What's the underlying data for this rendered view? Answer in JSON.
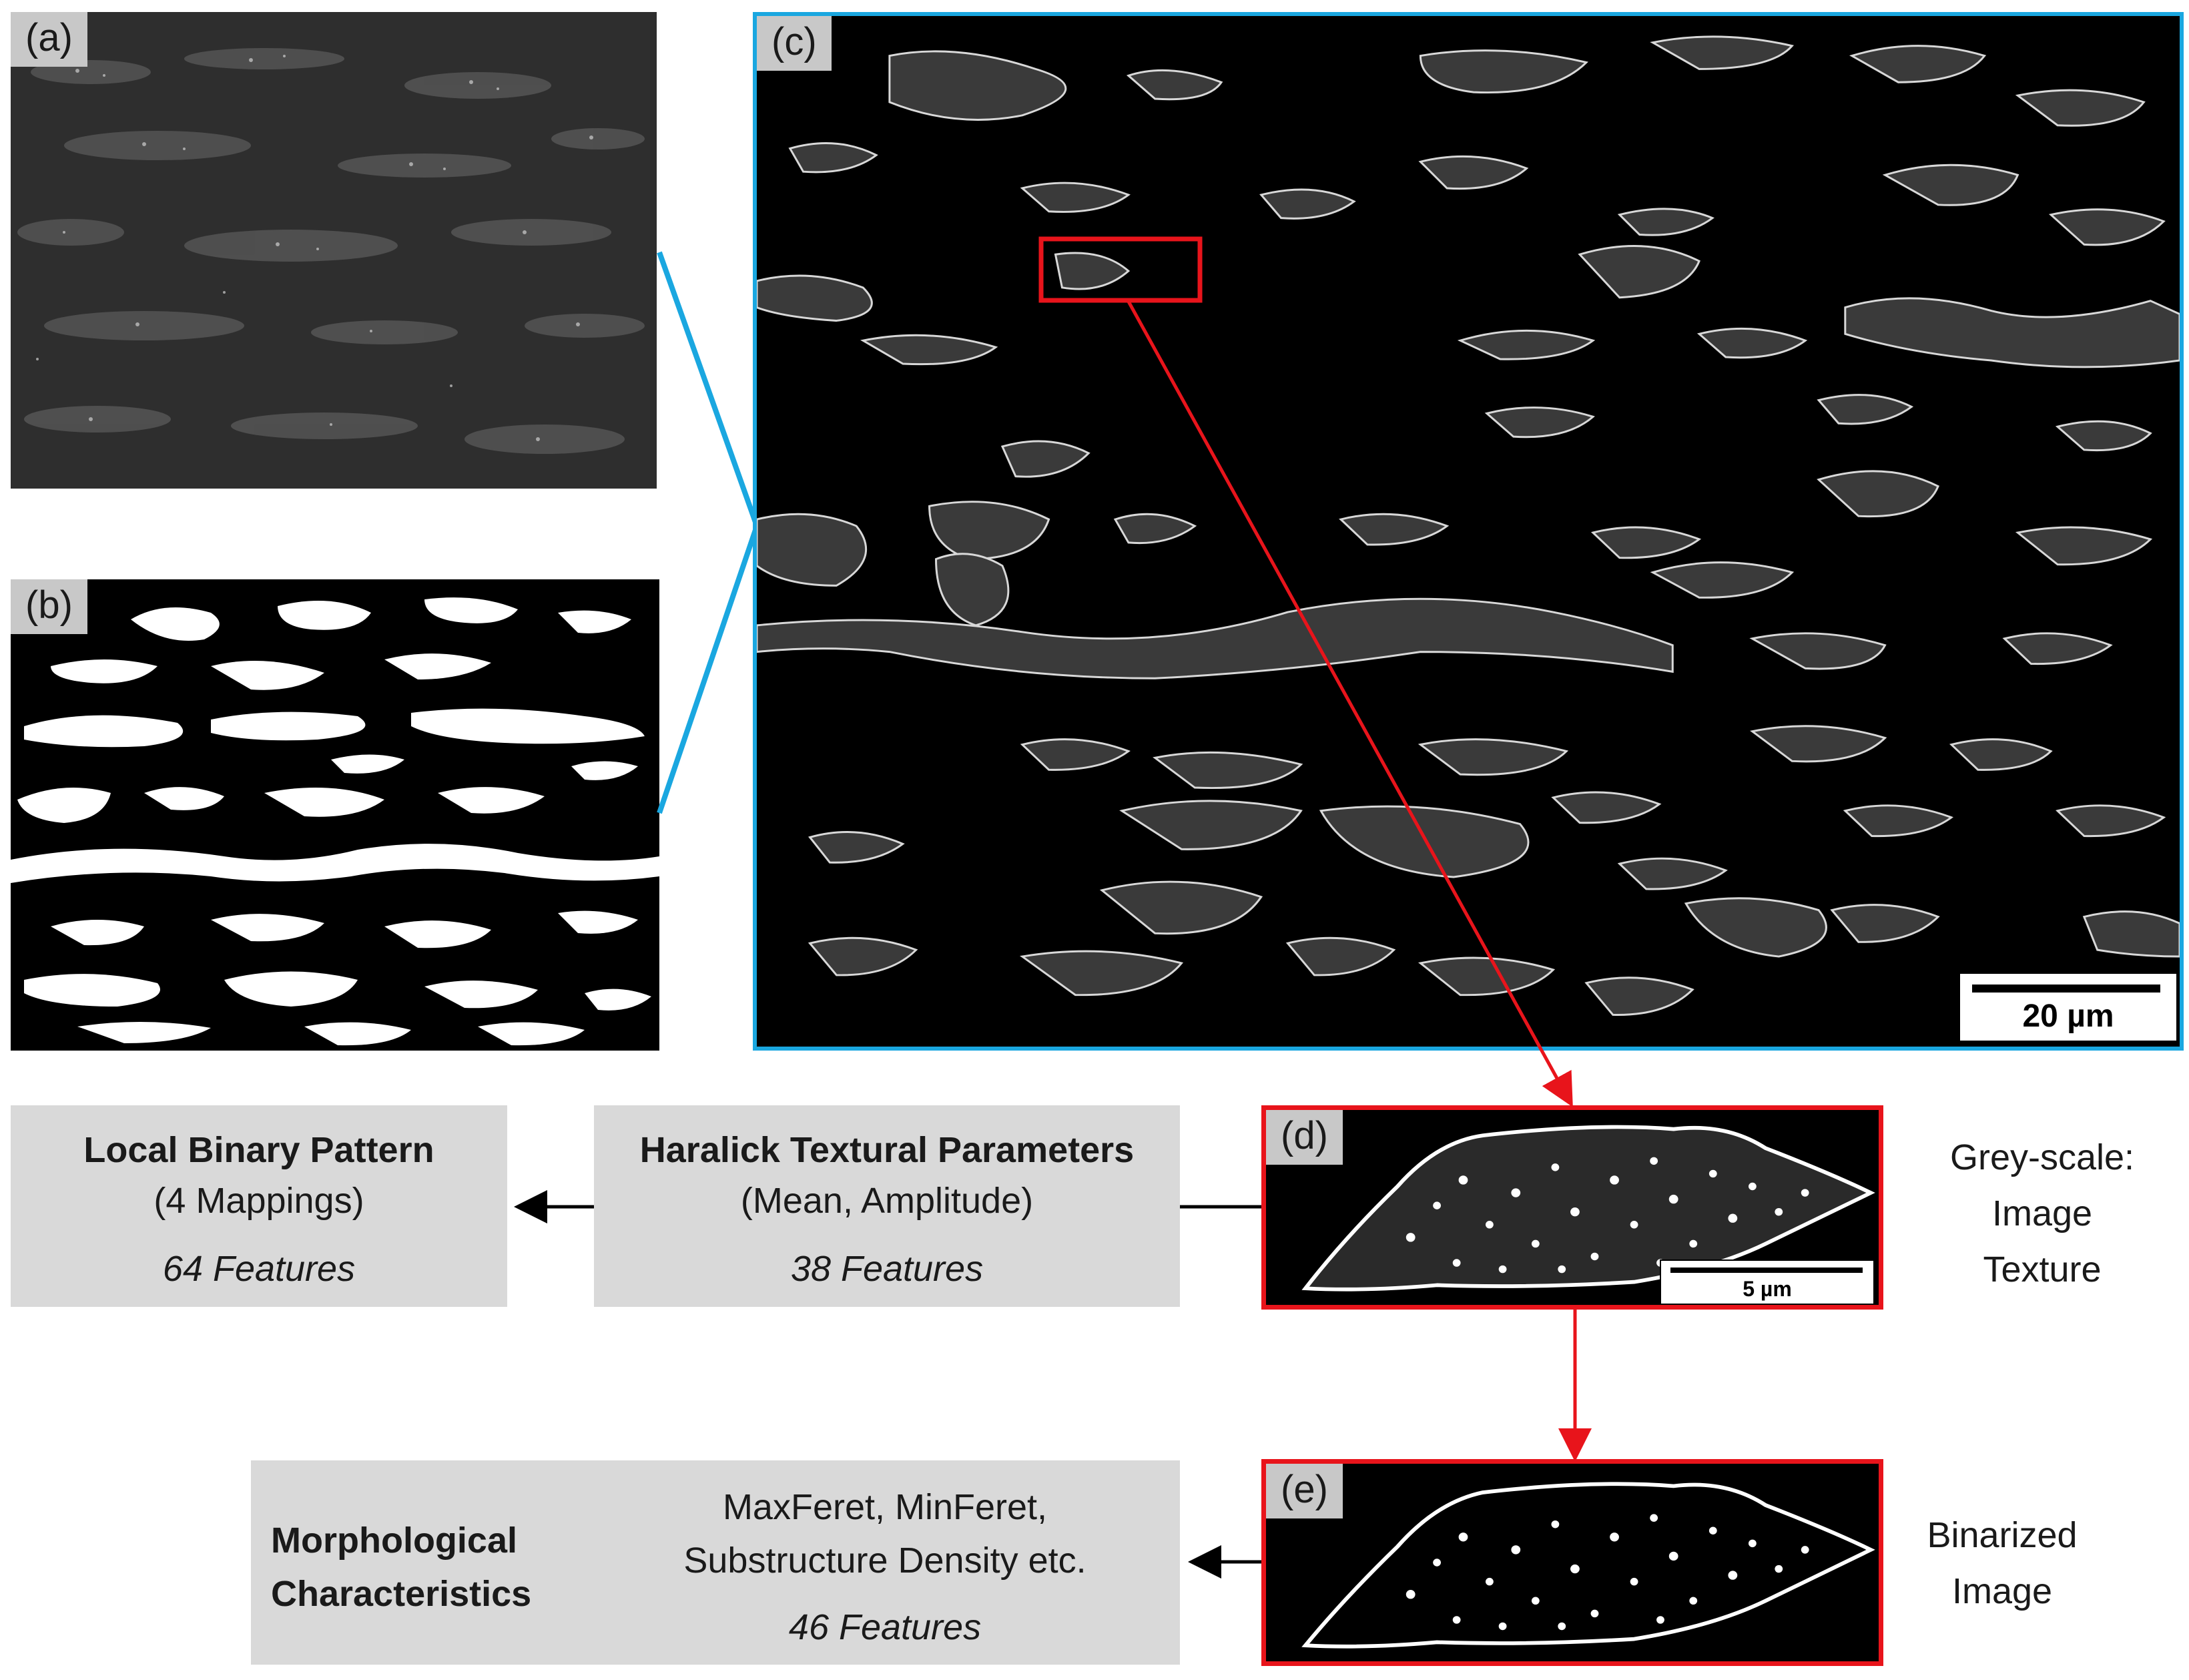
{
  "panels": {
    "a": {
      "label": "(a)"
    },
    "b": {
      "label": "(b)"
    },
    "c": {
      "label": "(c)",
      "scalebar": "20 µm"
    },
    "d": {
      "label": "(d)",
      "scalebar": "5 µm"
    },
    "e": {
      "label": "(e)"
    }
  },
  "boxes": {
    "lbp": {
      "title": "Local Binary Pattern",
      "subtitle": "(4 Mappings)",
      "features": "64 Features"
    },
    "haralick": {
      "title": "Haralick Textural Parameters",
      "subtitle": "(Mean, Amplitude)",
      "features": "38 Features"
    },
    "morph": {
      "title_line1": "Morphological",
      "title_line2": "Characteristics",
      "desc_line1": "MaxFeret, MinFeret,",
      "desc_line2": "Substructure Density etc.",
      "features": "46 Features"
    }
  },
  "side_labels": {
    "greyscale": [
      "Grey-scale:",
      "Image",
      "Texture"
    ],
    "binarized": [
      "Binarized",
      "Image"
    ]
  },
  "colors": {
    "connector_blue": "#1aa7e0",
    "highlight_red": "#e8141b",
    "box_grey": "#d9d9d9",
    "label_grey": "#c8c8c8"
  }
}
